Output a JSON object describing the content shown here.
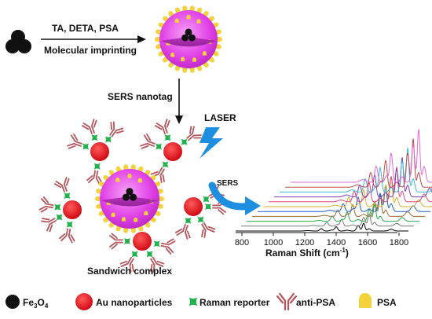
{
  "labels": {
    "reagents": "TA, DETA, PSA",
    "imprinting": "Molecular imprinting",
    "nanotag": "SERS nanotag",
    "laser": "LASER",
    "sers": "SERS",
    "sandwich": "Sandwich complex"
  },
  "axis": {
    "title_main": "Raman Shift (cm",
    "title_sup": "-1",
    "title_end": ")",
    "ticks": [
      "800",
      "1000",
      "1200",
      "1400",
      "1600",
      "1800"
    ]
  },
  "legend": {
    "fe3o4": "Fe",
    "fe3o4_sub3": "3",
    "fe3o4_o": "O",
    "fe3o4_sub4": "4",
    "au": "Au nanoparticles",
    "raman": "Raman reporter",
    "antipsa": "anti-PSA",
    "psa": "PSA"
  },
  "colors": {
    "core": "#111111",
    "shell": "#e040e6",
    "au": "#e8141c",
    "reporter": "#22b14c",
    "antibody": "#b5565c",
    "psa": "#f3d23a",
    "arrow_blue": "#1e8fe0",
    "spectra": [
      "#000000",
      "#7a7a7a",
      "#2aa84a",
      "#9a6b3a",
      "#1f5fd0",
      "#d4b12a",
      "#e0457b",
      "#7b3fb8",
      "#39b7d6",
      "#c04a4a",
      "#e06ad8"
    ]
  }
}
